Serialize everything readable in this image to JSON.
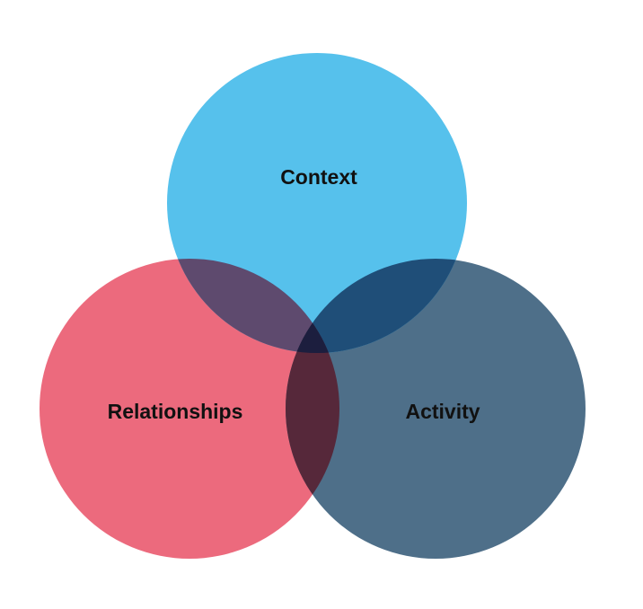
{
  "diagram": {
    "type": "venn",
    "circles": [
      {
        "id": "context",
        "label": "Context",
        "color": "#56c1ec"
      },
      {
        "id": "relationships",
        "label": "Relationships",
        "color": "#ec6a7d"
      },
      {
        "id": "activity",
        "label": "Activity",
        "color": "#4e6f89"
      }
    ],
    "overlap_colors": {
      "context_relationships": "#5e4a6e",
      "context_activity": "#1f4e78",
      "relationships_activity": "#56283a",
      "all_three": "#1c1e3e"
    }
  }
}
